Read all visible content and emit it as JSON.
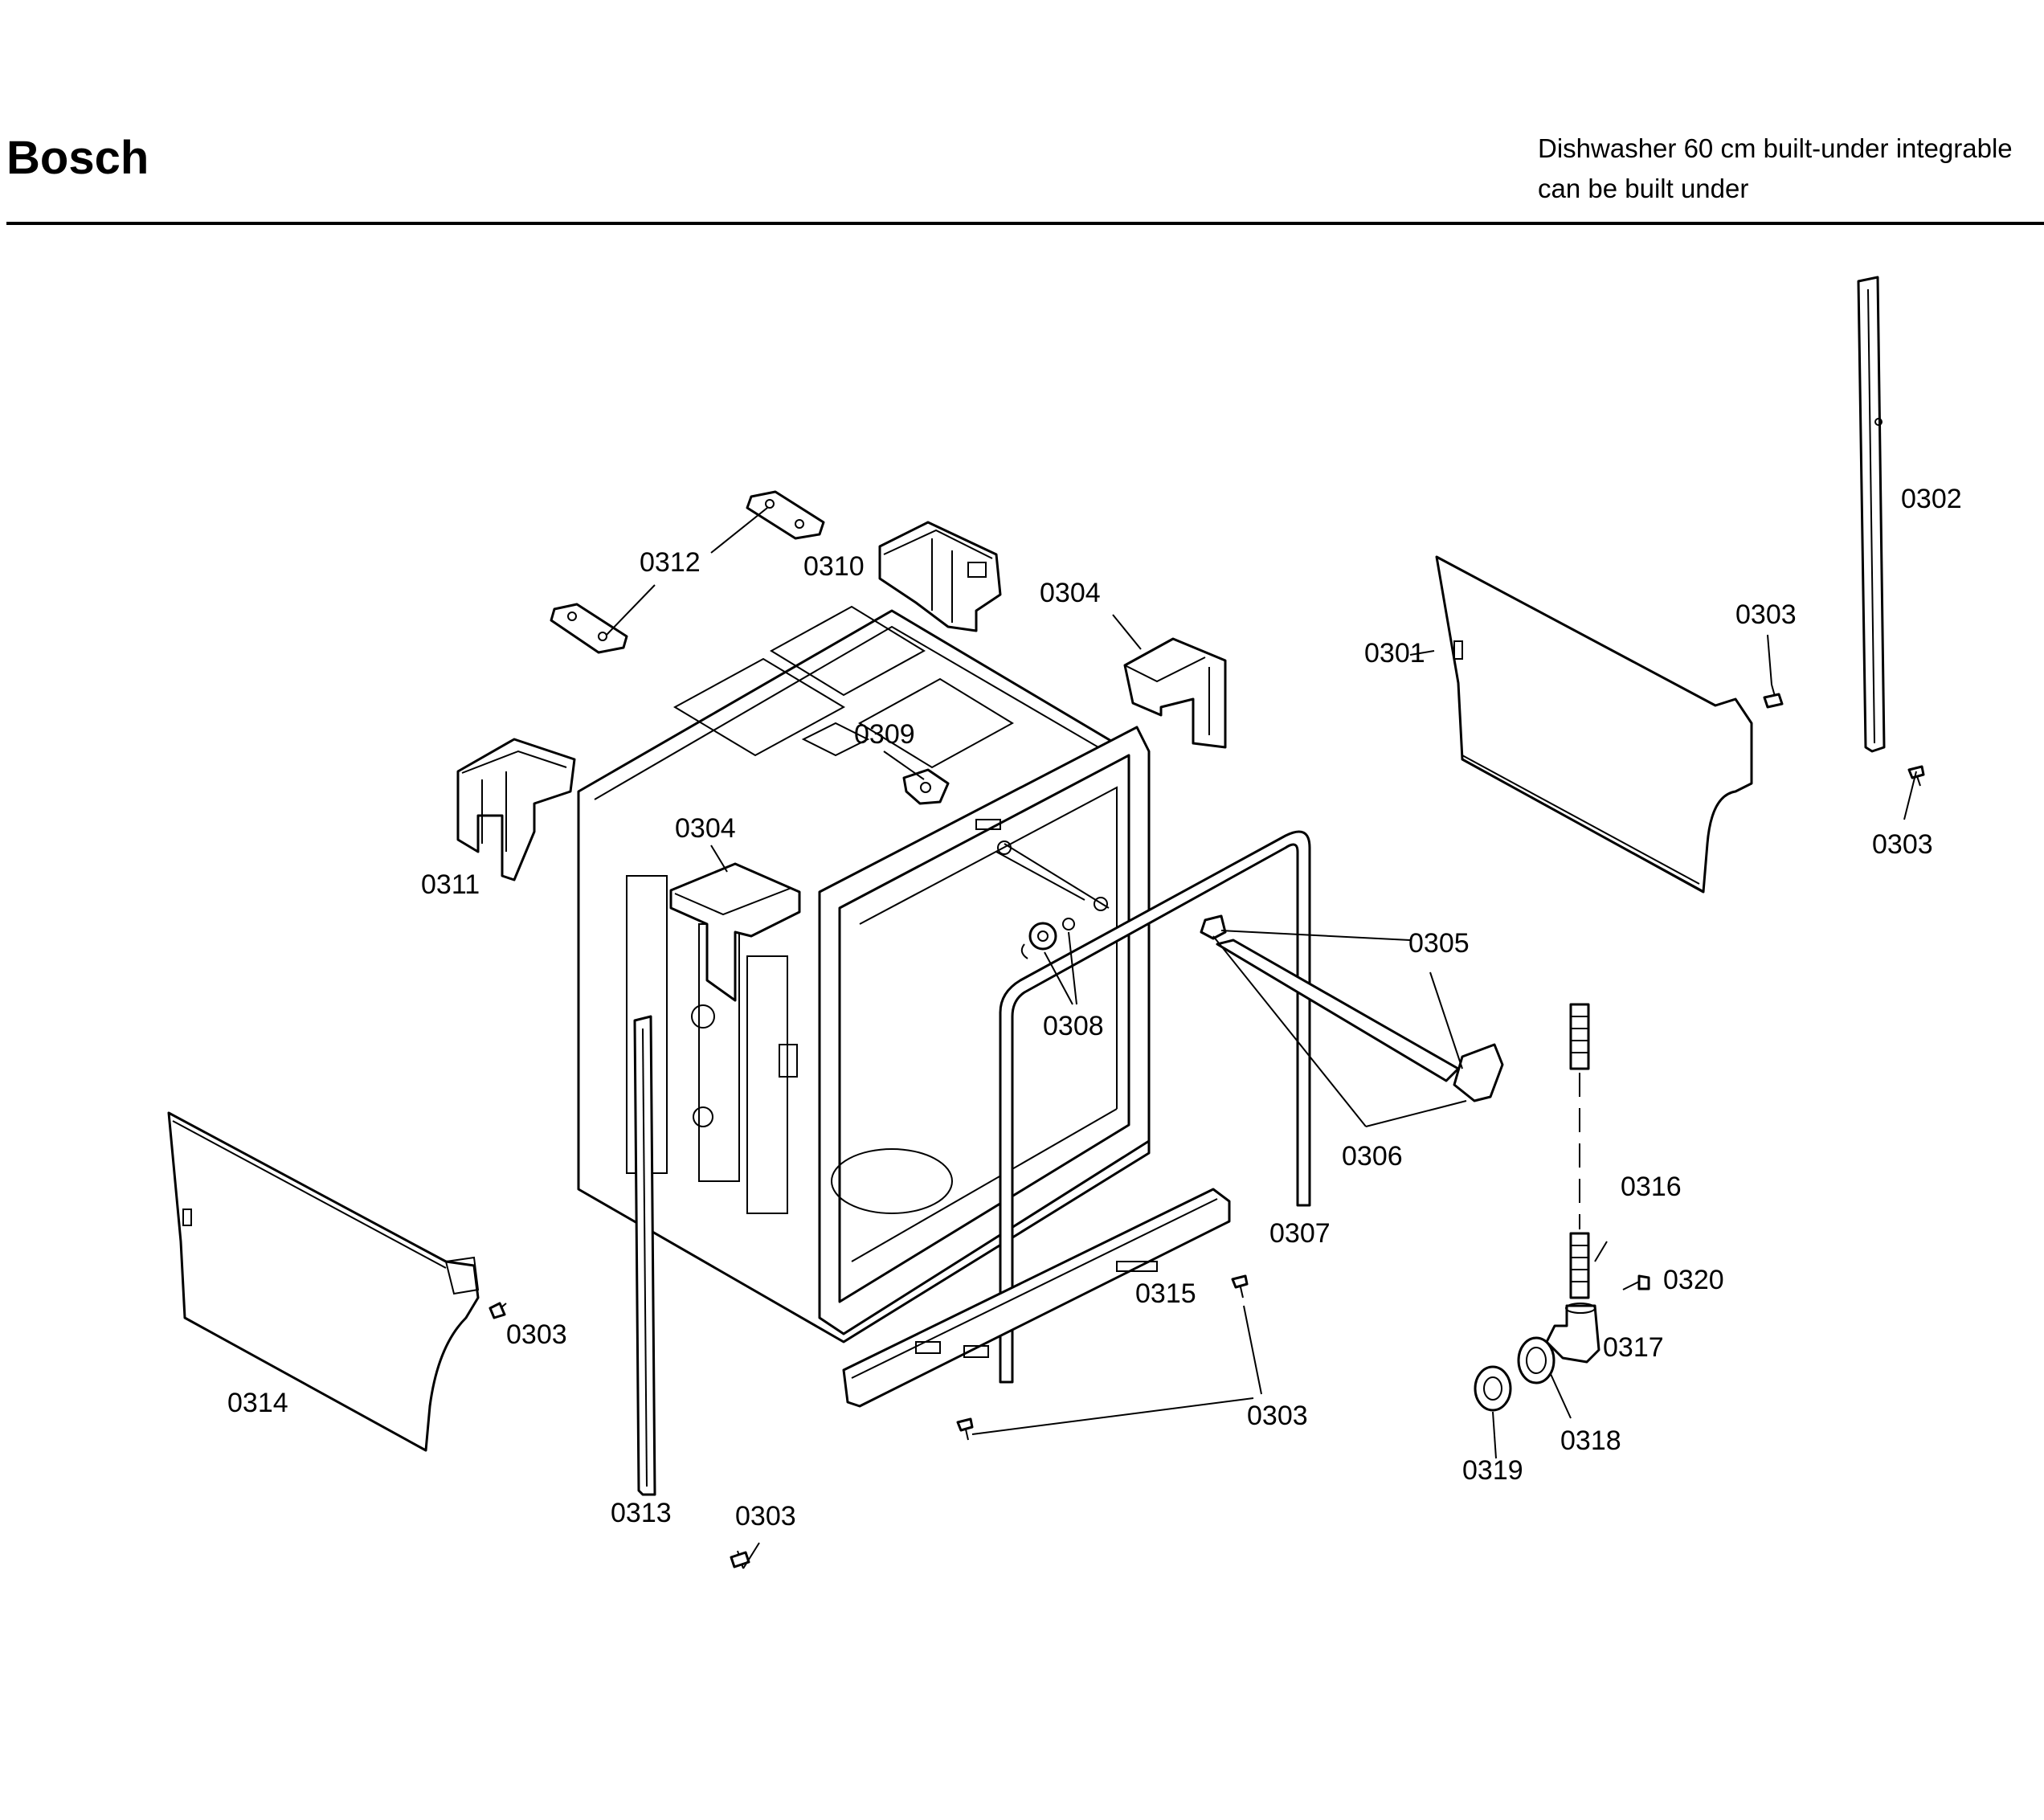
{
  "header": {
    "brand": "Bosch",
    "title_line1": "Dishwasher 60 cm built-under integrable",
    "title_line2": "can be built under"
  },
  "labels": {
    "p0301": "0301",
    "p0302": "0302",
    "p0303": "0303",
    "p0304": "0304",
    "p0305": "0305",
    "p0306": "0306",
    "p0307": "0307",
    "p0308": "0308",
    "p0309": "0309",
    "p0310": "0310",
    "p0311": "0311",
    "p0312": "0312",
    "p0313": "0313",
    "p0314": "0314",
    "p0315": "0315",
    "p0316": "0316",
    "p0317": "0317",
    "p0318": "0318",
    "p0319": "0319",
    "p0320": "0320"
  }
}
